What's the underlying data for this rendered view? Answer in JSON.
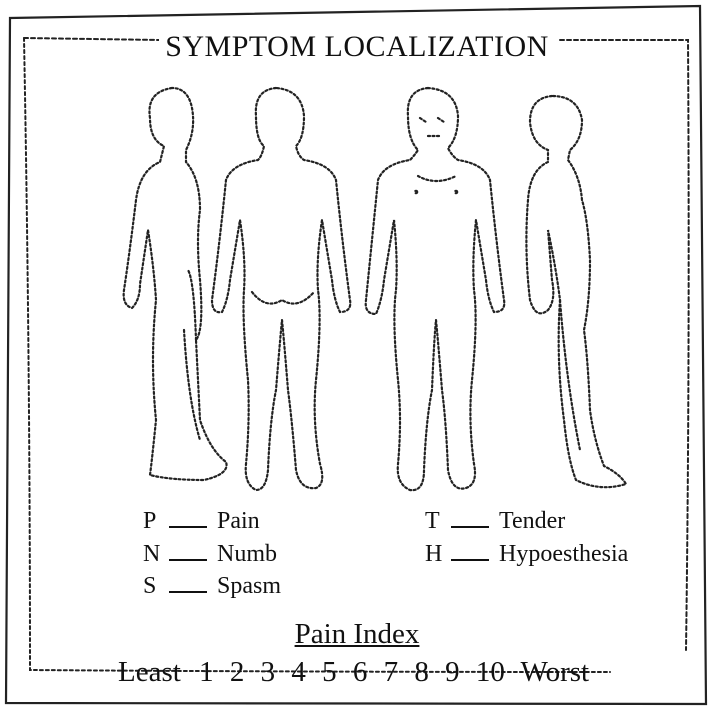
{
  "form": {
    "title": "SYMPTOM LOCALIZATION",
    "figures": [
      "side-view-left",
      "back-view",
      "front-view",
      "side-view-right"
    ],
    "legend": [
      {
        "code": "P",
        "label": "Pain"
      },
      {
        "code": "N",
        "label": "Numb"
      },
      {
        "code": "S",
        "label": "Spasm"
      },
      {
        "code": "T",
        "label": "Tender"
      },
      {
        "code": "H",
        "label": "Hypoesthesia"
      }
    ],
    "pain_index": {
      "title": "Pain Index",
      "least_label": "Least",
      "worst_label": "Worst",
      "scale": [
        "1",
        "2",
        "3",
        "4",
        "5",
        "6",
        "7",
        "8",
        "9",
        "10"
      ]
    }
  }
}
